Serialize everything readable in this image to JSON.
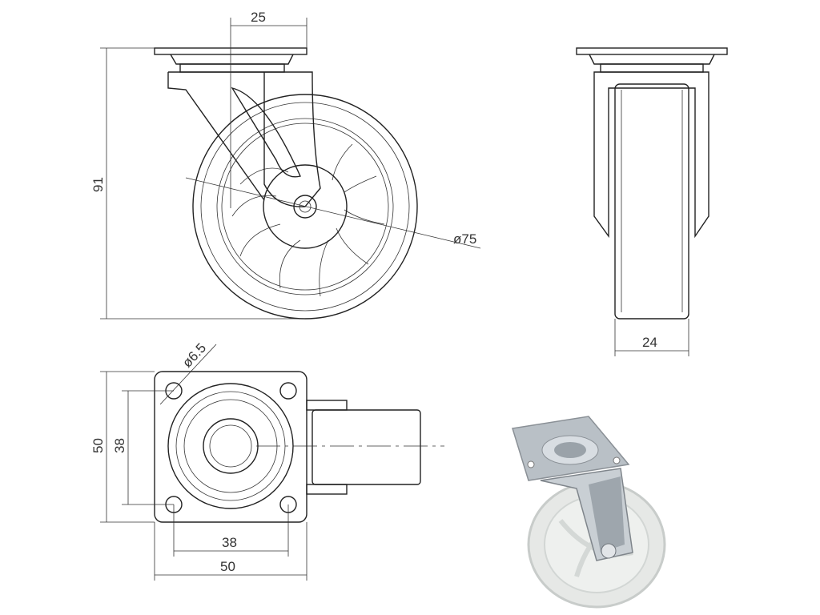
{
  "drawing": {
    "side_view": {
      "offset_label": "25",
      "height_label": "91",
      "wheel_diameter_label": "ø75"
    },
    "front_view": {
      "width_label": "24"
    },
    "top_view": {
      "hole_diameter_label": "ø6.5",
      "plate_height_label": "50",
      "hole_spacing_vertical_label": "38",
      "hole_spacing_horizontal_label": "38",
      "plate_width_label": "50"
    }
  }
}
